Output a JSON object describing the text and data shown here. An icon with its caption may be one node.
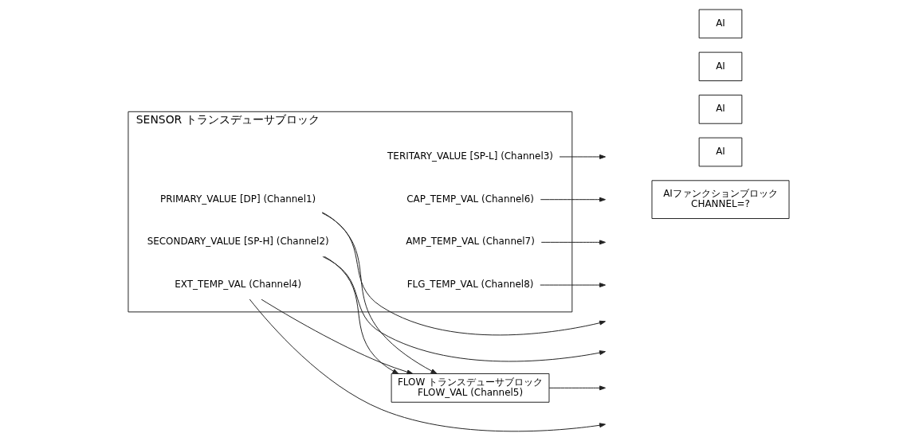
{
  "diagram": {
    "nodes": [
      {
        "text": [
          "SENSOR トランスデューサブロック"
        ]
      },
      {
        "text": [
          "PRIMARY_VALUE [DP] (Channel1)"
        ],
        "in": 0
      },
      {
        "text": [
          "SECONDARY_VALUE [SP-H] (Channel2)"
        ],
        "in": 0
      },
      {
        "text": [
          "TERITARY_VALUE [SP-L] (Channel3)"
        ],
        "in": 0
      },
      {
        "text": [
          "EXT_TEMP_VAL (Channel4)"
        ],
        "in": 0
      },
      {
        "text": [
          "CAP_TEMP_VAL (Channel6)"
        ],
        "in": 0
      },
      {
        "text": [
          "AMP_TEMP_VAL (Channel7)"
        ],
        "in": 0
      },
      {
        "text": [
          "FLG_TEMP_VAL (Channel8)"
        ],
        "in": 0
      },
      {
        "text": [
          "FLOW トランスデューサブロック",
          "FLOW_VAL (Channel5)"
        ]
      },
      {
        "text": [
          "AIファンクションブロック",
          "CHANNEL=?"
        ]
      },
      {
        "text": [
          "AI"
        ]
      },
      {
        "text": [
          "AI"
        ]
      },
      {
        "text": [
          "AI"
        ]
      },
      {
        "text": [
          "AI"
        ]
      }
    ],
    "edges": [
      {
        "from": 1,
        "to": null,
        "arrow": "to"
      },
      {
        "from": 2,
        "to": null,
        "arrow": "to"
      },
      {
        "from": 3,
        "to": null,
        "arrow": "to"
      },
      {
        "from": 4,
        "to": null,
        "arrow": "to"
      },
      {
        "from": 5,
        "to": null,
        "arrow": "to"
      },
      {
        "from": 6,
        "to": null,
        "arrow": "to"
      },
      {
        "from": 7,
        "to": null,
        "arrow": "to"
      },
      {
        "from": 1,
        "to": 8,
        "arrow": "to"
      },
      {
        "from": 2,
        "to": 8,
        "arrow": "to"
      },
      {
        "from": 4,
        "to": 8,
        "arrow": "to"
      },
      {
        "from": 8,
        "to": null,
        "arrow": "to"
      }
    ]
  }
}
